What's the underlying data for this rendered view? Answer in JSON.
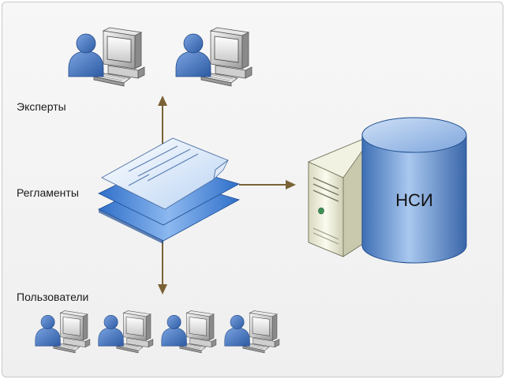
{
  "labels": {
    "experts": "Эксперты",
    "regulations": "Регламенты",
    "users": "Пользователи",
    "database": "НСИ"
  },
  "icons": {
    "workstation": "user-workstation-icon",
    "documents": "document-stack-icon",
    "server": "server-tower-icon",
    "database": "database-cylinder-icon"
  },
  "colors": {
    "arrow": "#7a6236",
    "user_blue": "#3f6fb8",
    "monitor": "#d9d9d9",
    "doc_blue": "#4f8ee0",
    "cylinder_blue": "#5d8fd0",
    "server_beige": "#eeeed8"
  }
}
